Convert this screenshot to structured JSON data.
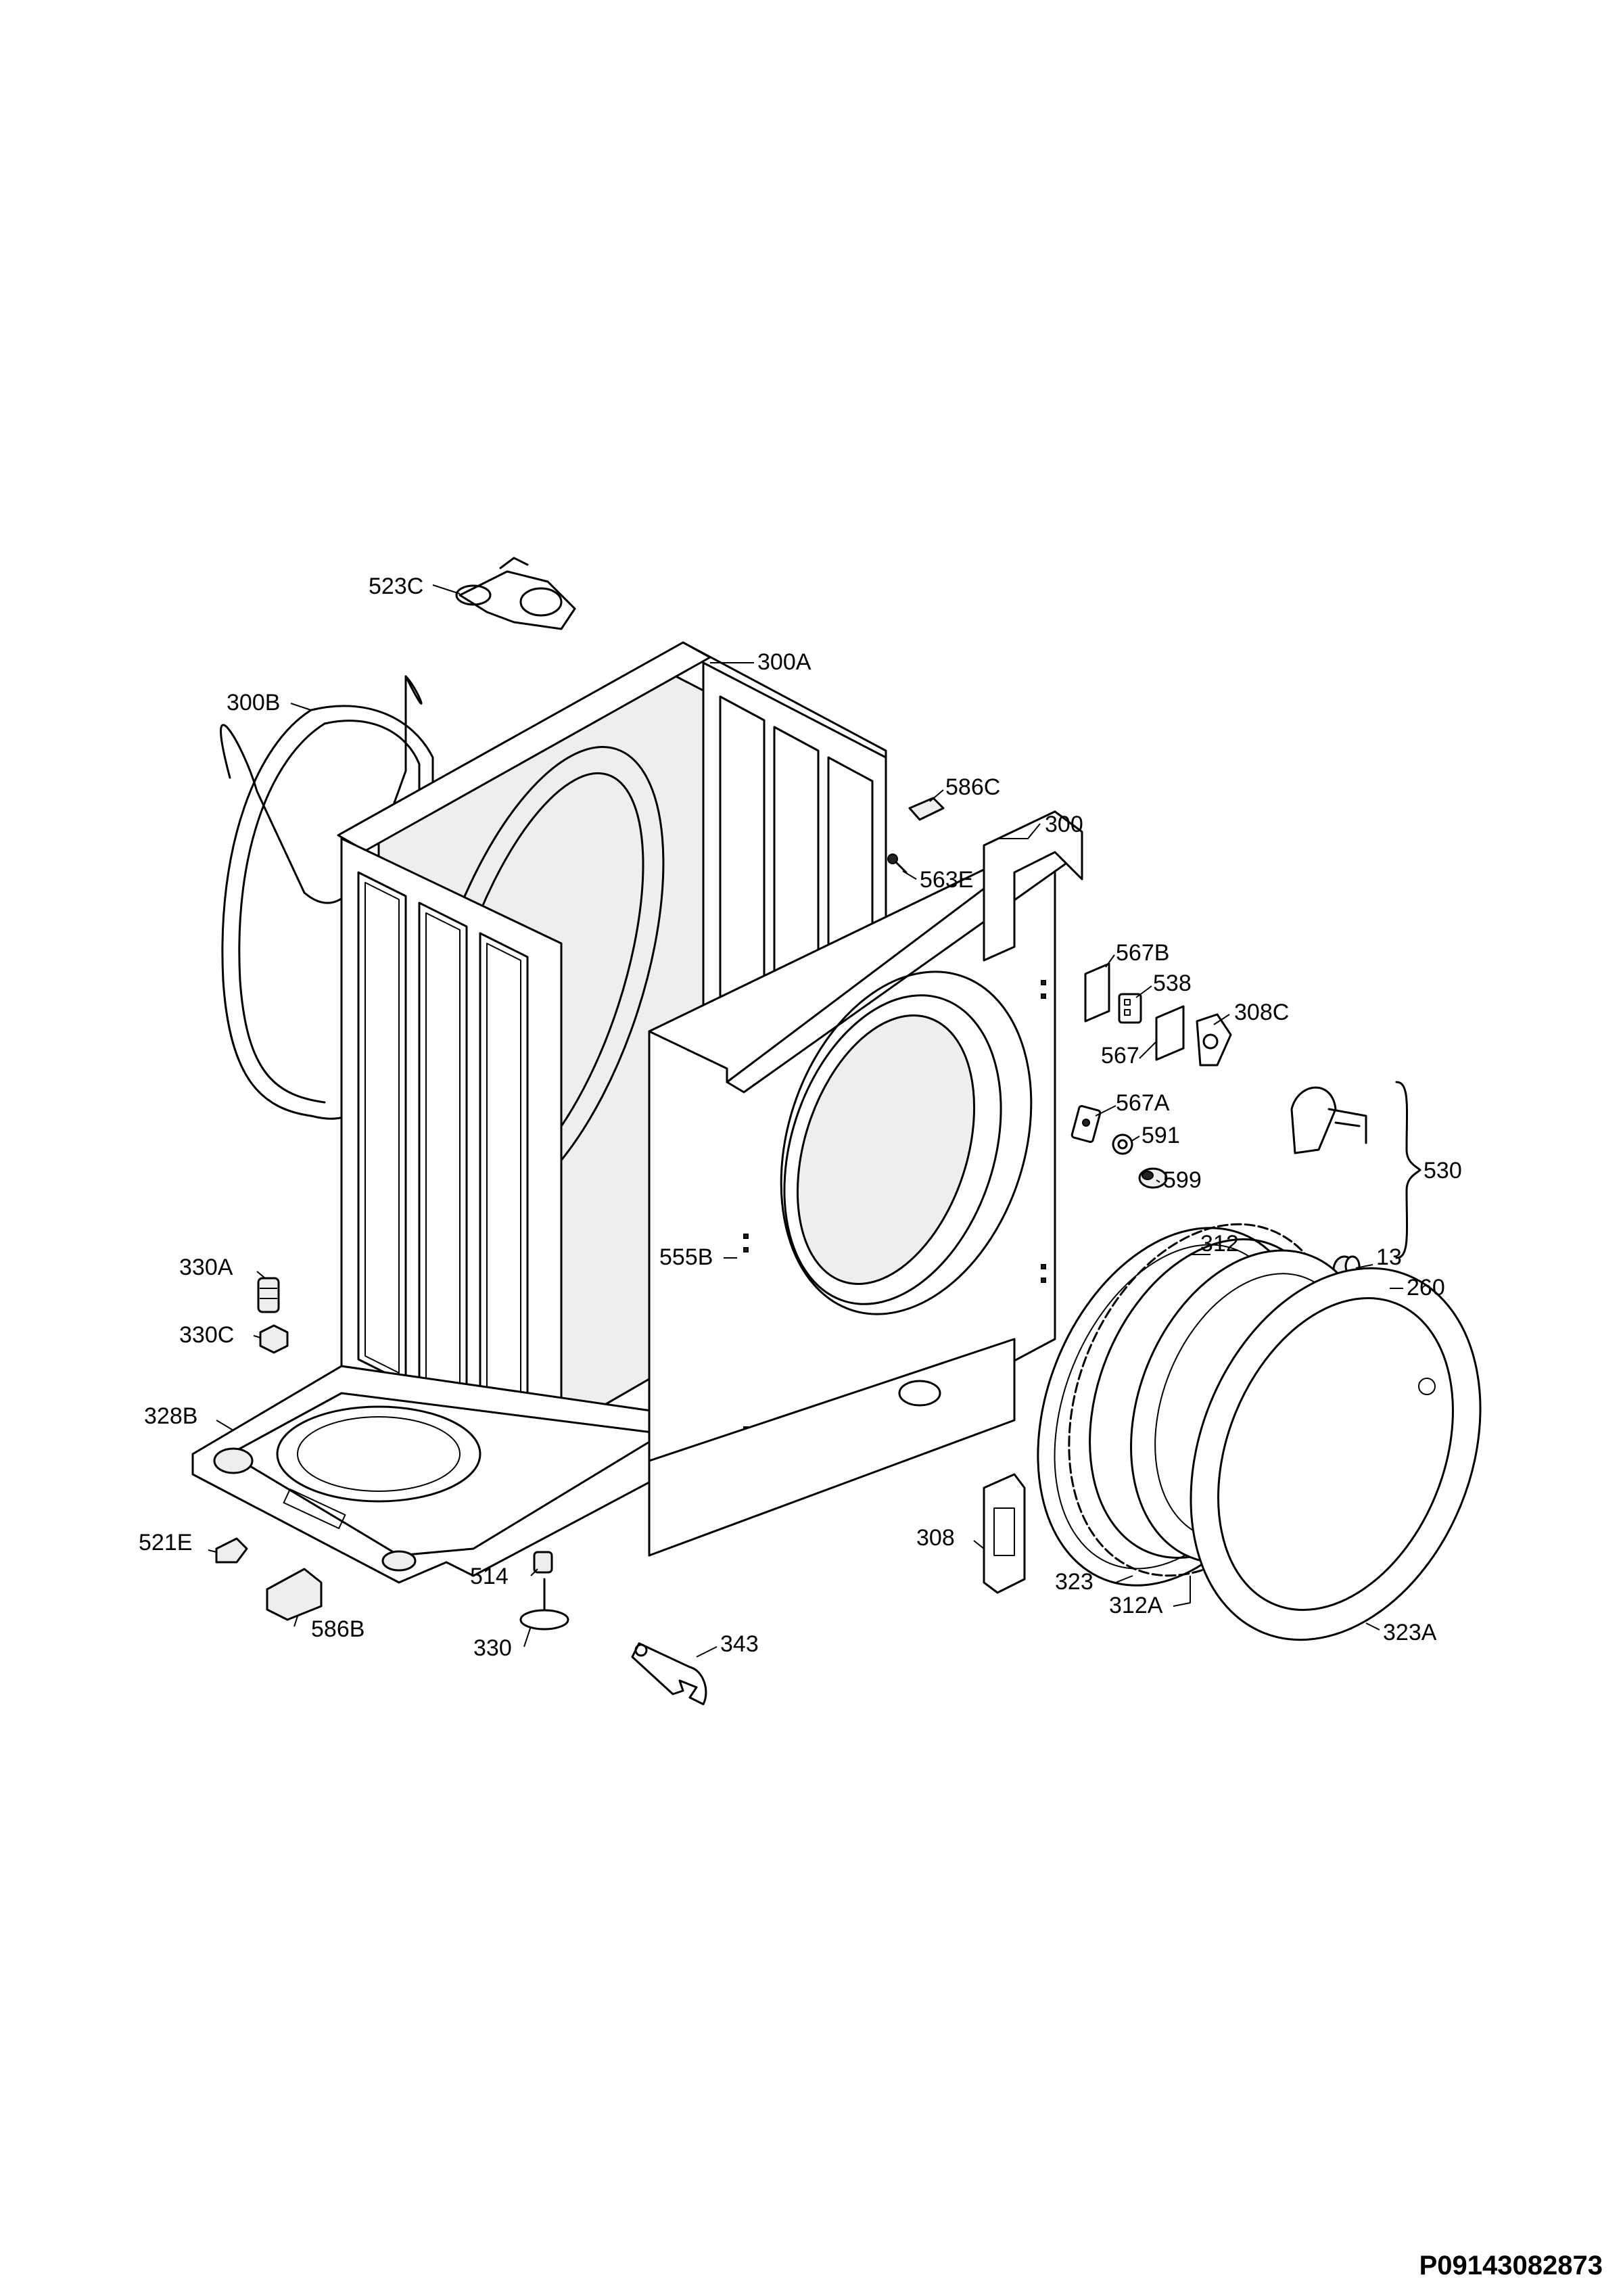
{
  "document_code": "P09143082873",
  "parts": {
    "p523C": "523C",
    "p300B": "300B",
    "p300A": "300A",
    "p586C": "586C",
    "p300": "300",
    "p563E": "563E",
    "p567B": "567B",
    "p538": "538",
    "p308C": "308C",
    "p567": "567",
    "p567A": "567A",
    "p591": "591",
    "p599": "599",
    "p530": "530",
    "p555B": "555B",
    "p312": "312",
    "p13": "13",
    "p260": "260",
    "p330A": "330A",
    "p330C": "330C",
    "p328B": "328B",
    "p521E": "521E",
    "p586B": "586B",
    "p514": "514",
    "p330": "330",
    "p343": "343",
    "p308": "308",
    "p323": "323",
    "p312A": "312A",
    "p323A": "323A"
  }
}
